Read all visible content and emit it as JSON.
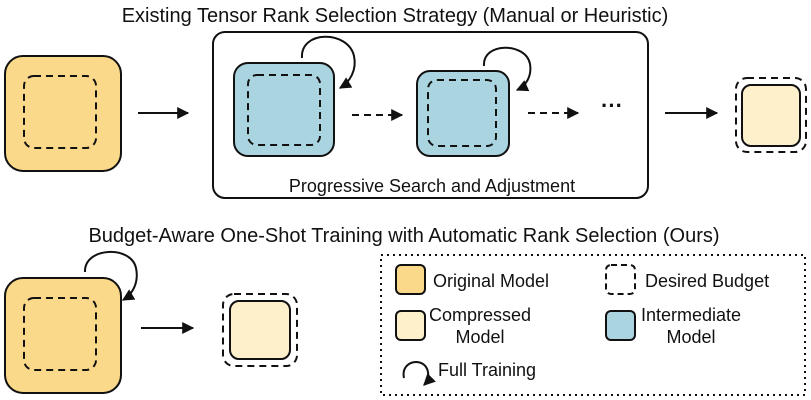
{
  "top": {
    "title": "Existing Tensor Rank Selection Strategy (Manual or Heuristic)",
    "panel_caption": "Progressive Search and Adjustment",
    "ellipsis": "···"
  },
  "bottom": {
    "title": "Budget-Aware One-Shot Training with Automatic Rank Selection (Ours)"
  },
  "legend": {
    "original_model": "Original Model",
    "desired_budget": "Desired Budget",
    "compressed_line1": "Compressed",
    "compressed_line2": "Model",
    "intermediate_line1": "Intermediate",
    "intermediate_line2": "Model",
    "full_training": "Full Training"
  },
  "colors": {
    "original": "#FBD98A",
    "compressed": "#FEF0CB",
    "intermediate": "#A9D4E0",
    "stroke": "#111111"
  }
}
